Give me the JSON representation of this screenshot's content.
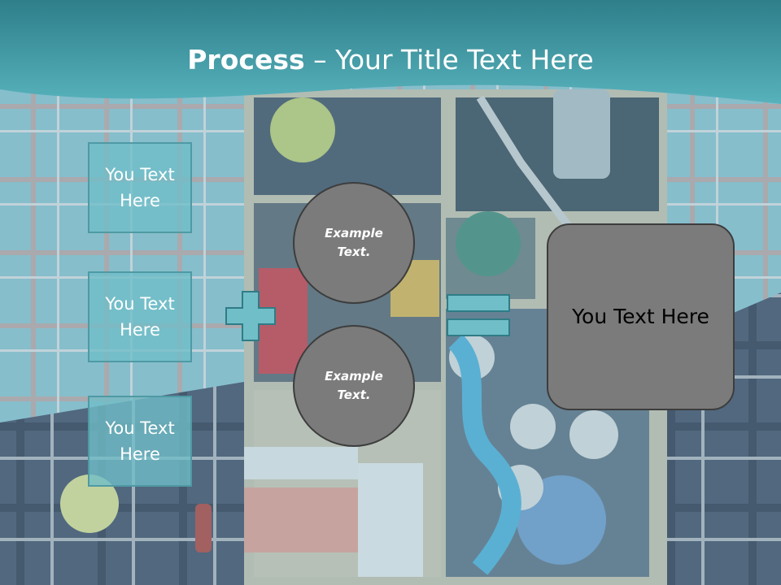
{
  "colors": {
    "banner_teal": "#3f9ea8",
    "box_teal": "#70bec8",
    "box_border": "#4f9aa4",
    "circle_gray": "#7b7b7b",
    "circle_border": "#3d3d3d",
    "title_text": "#ffffff"
  },
  "title": {
    "bold": "Process",
    "rest": " – Your Title Text Here"
  },
  "left_boxes": [
    "You Text Here",
    "You Text Here",
    "You Text Here"
  ],
  "circles": [
    "Example Text.",
    "Example Text."
  ],
  "operators": {
    "plus": "plus-sign",
    "equals": "equals-sign"
  },
  "result": "You Text Here"
}
